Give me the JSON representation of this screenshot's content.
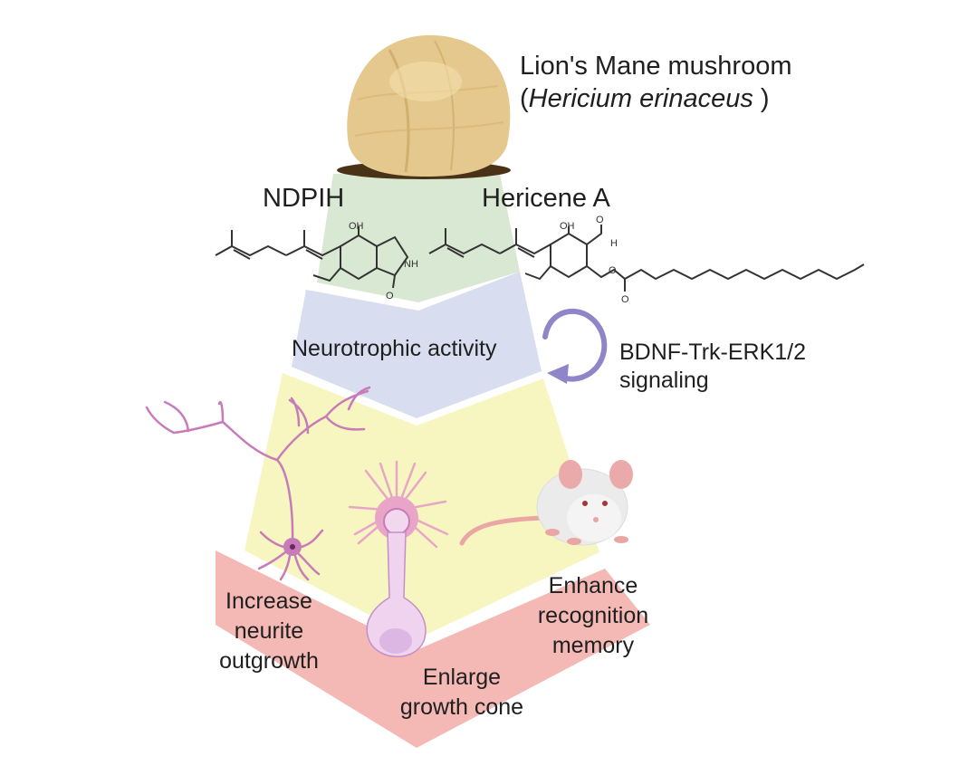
{
  "header": {
    "common_name": "Lion's Mane mushroom",
    "scientific_open": "(",
    "scientific_name": "Hericium erinaceus",
    "scientific_close": " )"
  },
  "compounds": [
    {
      "name": "NDPIH",
      "labels": [
        "OH",
        "NH",
        "O"
      ]
    },
    {
      "name": "Hericene A",
      "labels": [
        "OH",
        "O",
        "H",
        "O",
        "O"
      ]
    }
  ],
  "stages": [
    {
      "id": "compounds",
      "label": "",
      "color": "#d9e8d2"
    },
    {
      "id": "activity",
      "label": "Neurotrophic activity",
      "color": "#d8ddef"
    },
    {
      "id": "effects",
      "label": "",
      "color": "#f8f6c0"
    },
    {
      "id": "outcomes",
      "label": "",
      "color": "#f4b8b5"
    }
  ],
  "pathway": {
    "line1": "BDNF-Trk-ERK1/2",
    "line2": "signaling",
    "arrow_color": "#8e86c8"
  },
  "outcomes": [
    {
      "lines": [
        "Increase",
        "neurite",
        "outgrowth"
      ]
    },
    {
      "lines": [
        "Enlarge",
        "growth cone"
      ]
    },
    {
      "lines": [
        "Enhance",
        "recognition",
        "memory"
      ]
    }
  ],
  "illustrations": {
    "neuron_color": "#c77bb8",
    "growth_cone_color": "#e9a5c8",
    "mouse_color": "#ecebec"
  }
}
